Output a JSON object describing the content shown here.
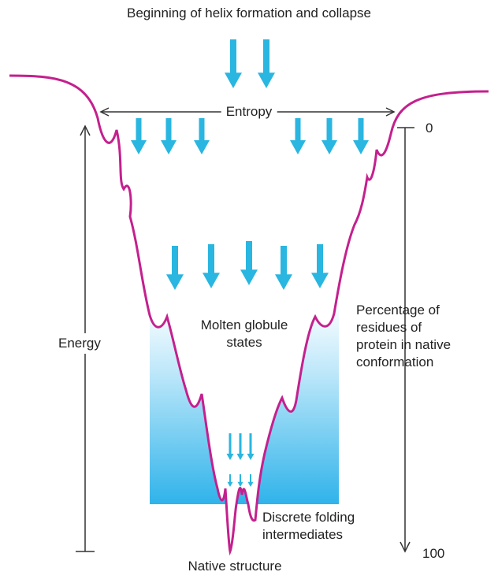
{
  "title": "Beginning of helix formation and collapse",
  "labels": {
    "entropy": "Entropy",
    "energy": "Energy",
    "molten": [
      "Molten globule",
      "states"
    ],
    "percentage": [
      "Percentage of",
      "residues of",
      "protein in native",
      "conformation"
    ],
    "discrete": [
      "Discrete folding",
      "intermediates"
    ],
    "native": "Native structure",
    "scale_top": "0",
    "scale_bottom": "100"
  },
  "colors": {
    "funnel_line": "#c4208e",
    "arrow": "#29b6e0",
    "fill_top": "#ffffff",
    "fill_bottom": "#2fb3ea",
    "axis": "#333333"
  }
}
